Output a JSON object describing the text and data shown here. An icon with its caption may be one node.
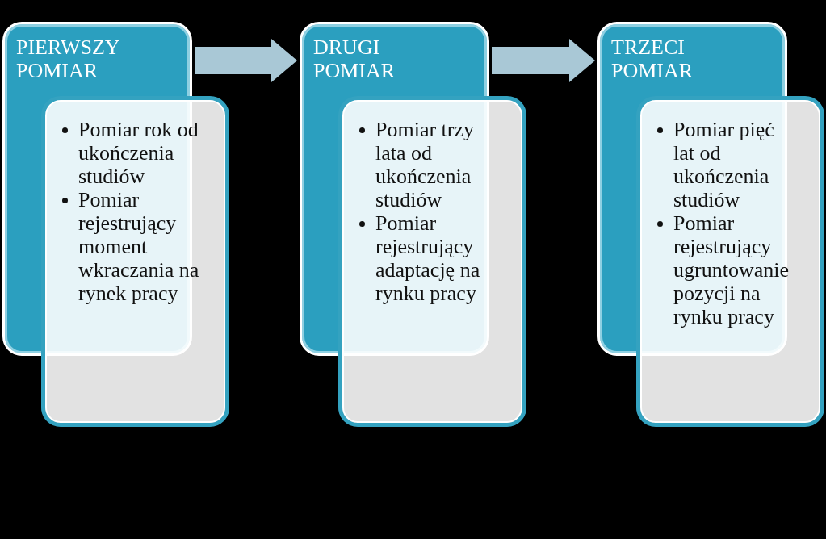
{
  "diagram": {
    "nodes": [
      {
        "text": [
          "PIERWSZY POMIAR"
        ]
      },
      {
        "text": [
          "Pomiar rok od ukończenia studiów",
          "Pomiar rejestrujący moment wkraczania na rynek pracy"
        ]
      },
      {
        "text": [
          "DRUGI POMIAR"
        ]
      },
      {
        "text": [
          "Pomiar trzy lata od ukończenia studiów",
          "Pomiar rejestrujący adaptację na rynku pracy"
        ]
      },
      {
        "text": [
          "TRZECI POMIAR"
        ]
      },
      {
        "text": [
          "Pomiar pięć lat od ukończenia studiów",
          "Pomiar rejestrujący ugruntowanie pozycji na rynku pracy"
        ]
      }
    ],
    "edges": [
      {
        "from": 0,
        "to": 2,
        "arrow": "to"
      },
      {
        "from": 2,
        "to": 4,
        "arrow": "to"
      }
    ]
  }
}
